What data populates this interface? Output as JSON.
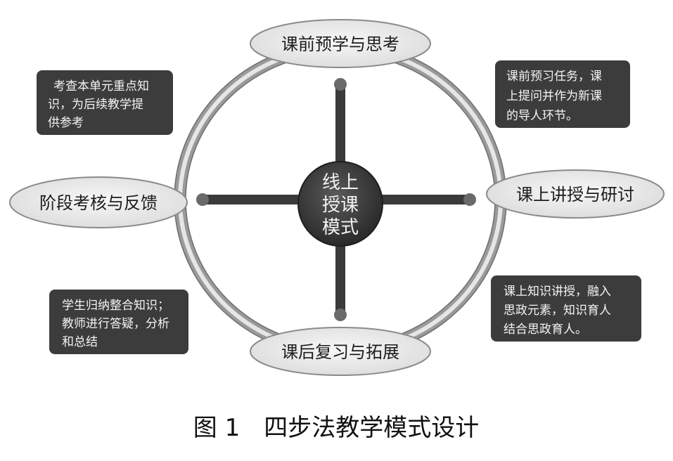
{
  "diagram": {
    "center": {
      "lines": [
        "线上",
        "授课",
        "模式"
      ]
    },
    "stages": {
      "top": "课前预学与思考",
      "right": "课上讲授与研讨",
      "bottom": "课后复习与拓展",
      "left": "阶段考核与反馈"
    },
    "notes": {
      "top_left": [
        "考查本单元重点知",
        "识，为后续教学提",
        "供参考"
      ],
      "top_right": [
        "课前预习任务，课",
        "上提问并作为新课",
        "的导人环节。"
      ],
      "bottom_right": [
        "课上知识讲授，融入",
        "思政元素，知识育人",
        "结合思政育人。"
      ],
      "bottom_left": [
        "学生归纳整合知识；",
        "教师进行答疑，分析",
        "和总结"
      ]
    }
  },
  "caption": "图 1　四步法教学模式设计"
}
